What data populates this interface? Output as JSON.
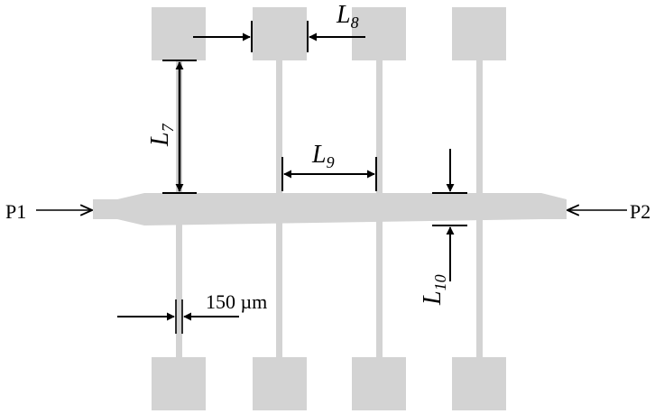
{
  "colors": {
    "metal": "#d3d3d3",
    "ink": "#000000",
    "background": "#ffffff"
  },
  "ports": {
    "left": "P1",
    "right": "P2"
  },
  "dimensions": {
    "l7": {
      "main": "L",
      "sub": "7"
    },
    "l8": {
      "main": "L",
      "sub": "8"
    },
    "l9": {
      "main": "L",
      "sub": "9"
    },
    "l10": {
      "main": "L",
      "sub": "10"
    },
    "stub_width": "150 µm"
  }
}
